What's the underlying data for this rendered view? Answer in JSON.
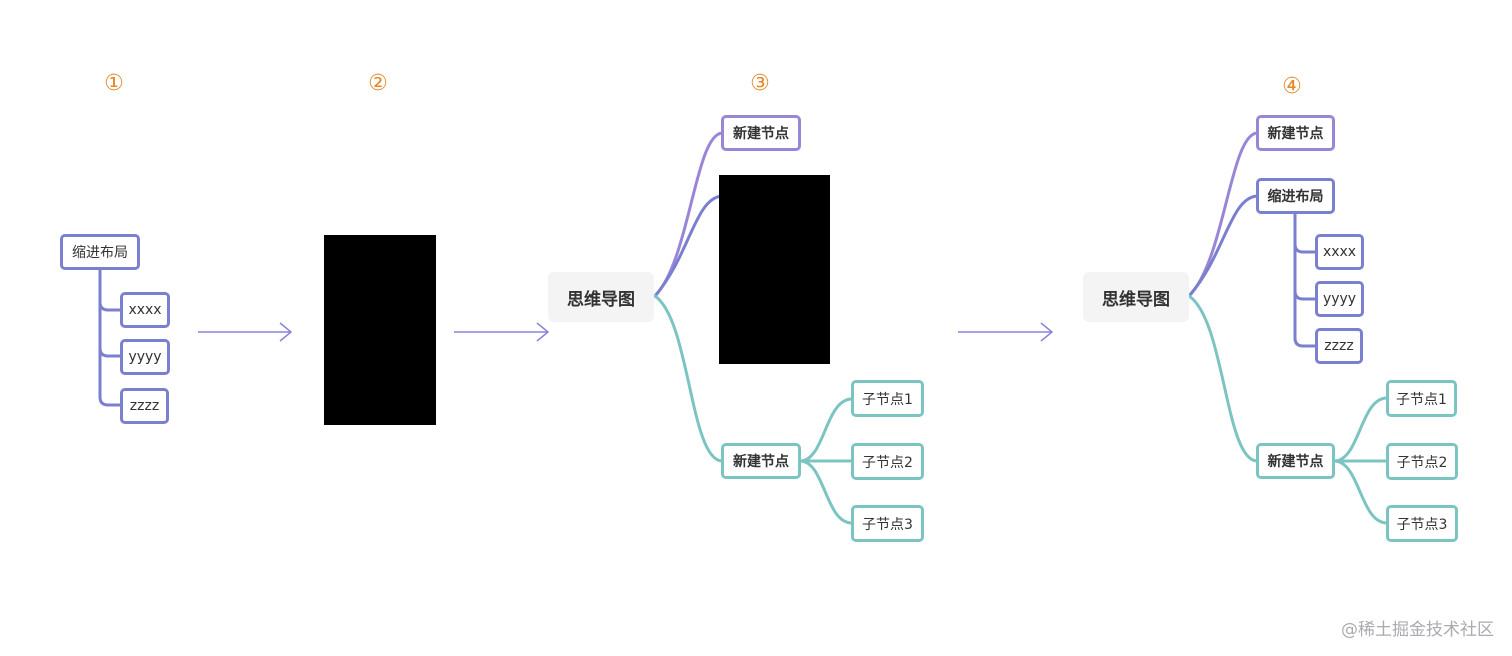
{
  "steps": [
    "①",
    "②",
    "③",
    "④"
  ],
  "panel1": {
    "parent": "缩进布局",
    "children": [
      "xxxx",
      "yyyy",
      "zzzz"
    ]
  },
  "panel3": {
    "root": "思维导图",
    "top_node": "新建节点",
    "bottom_node": "新建节点",
    "children": [
      "子节点1",
      "子节点2",
      "子节点3"
    ]
  },
  "panel4": {
    "root": "思维导图",
    "top_node": "新建节点",
    "indent_parent": "缩进布局",
    "indent_children": [
      "xxxx",
      "yyyy",
      "zzzz"
    ],
    "bottom_node": "新建节点",
    "children": [
      "子节点1",
      "子节点2",
      "子节点3"
    ]
  },
  "watermark": "@稀土掘金技术社区",
  "colors": {
    "step_number": "#e38a2e",
    "indent_border": "#7b7fd0",
    "purple_branch": "#9a86d6",
    "teal_branch": "#7cc4c2",
    "arrow": "#8a84d8",
    "redaction": "#000000"
  }
}
